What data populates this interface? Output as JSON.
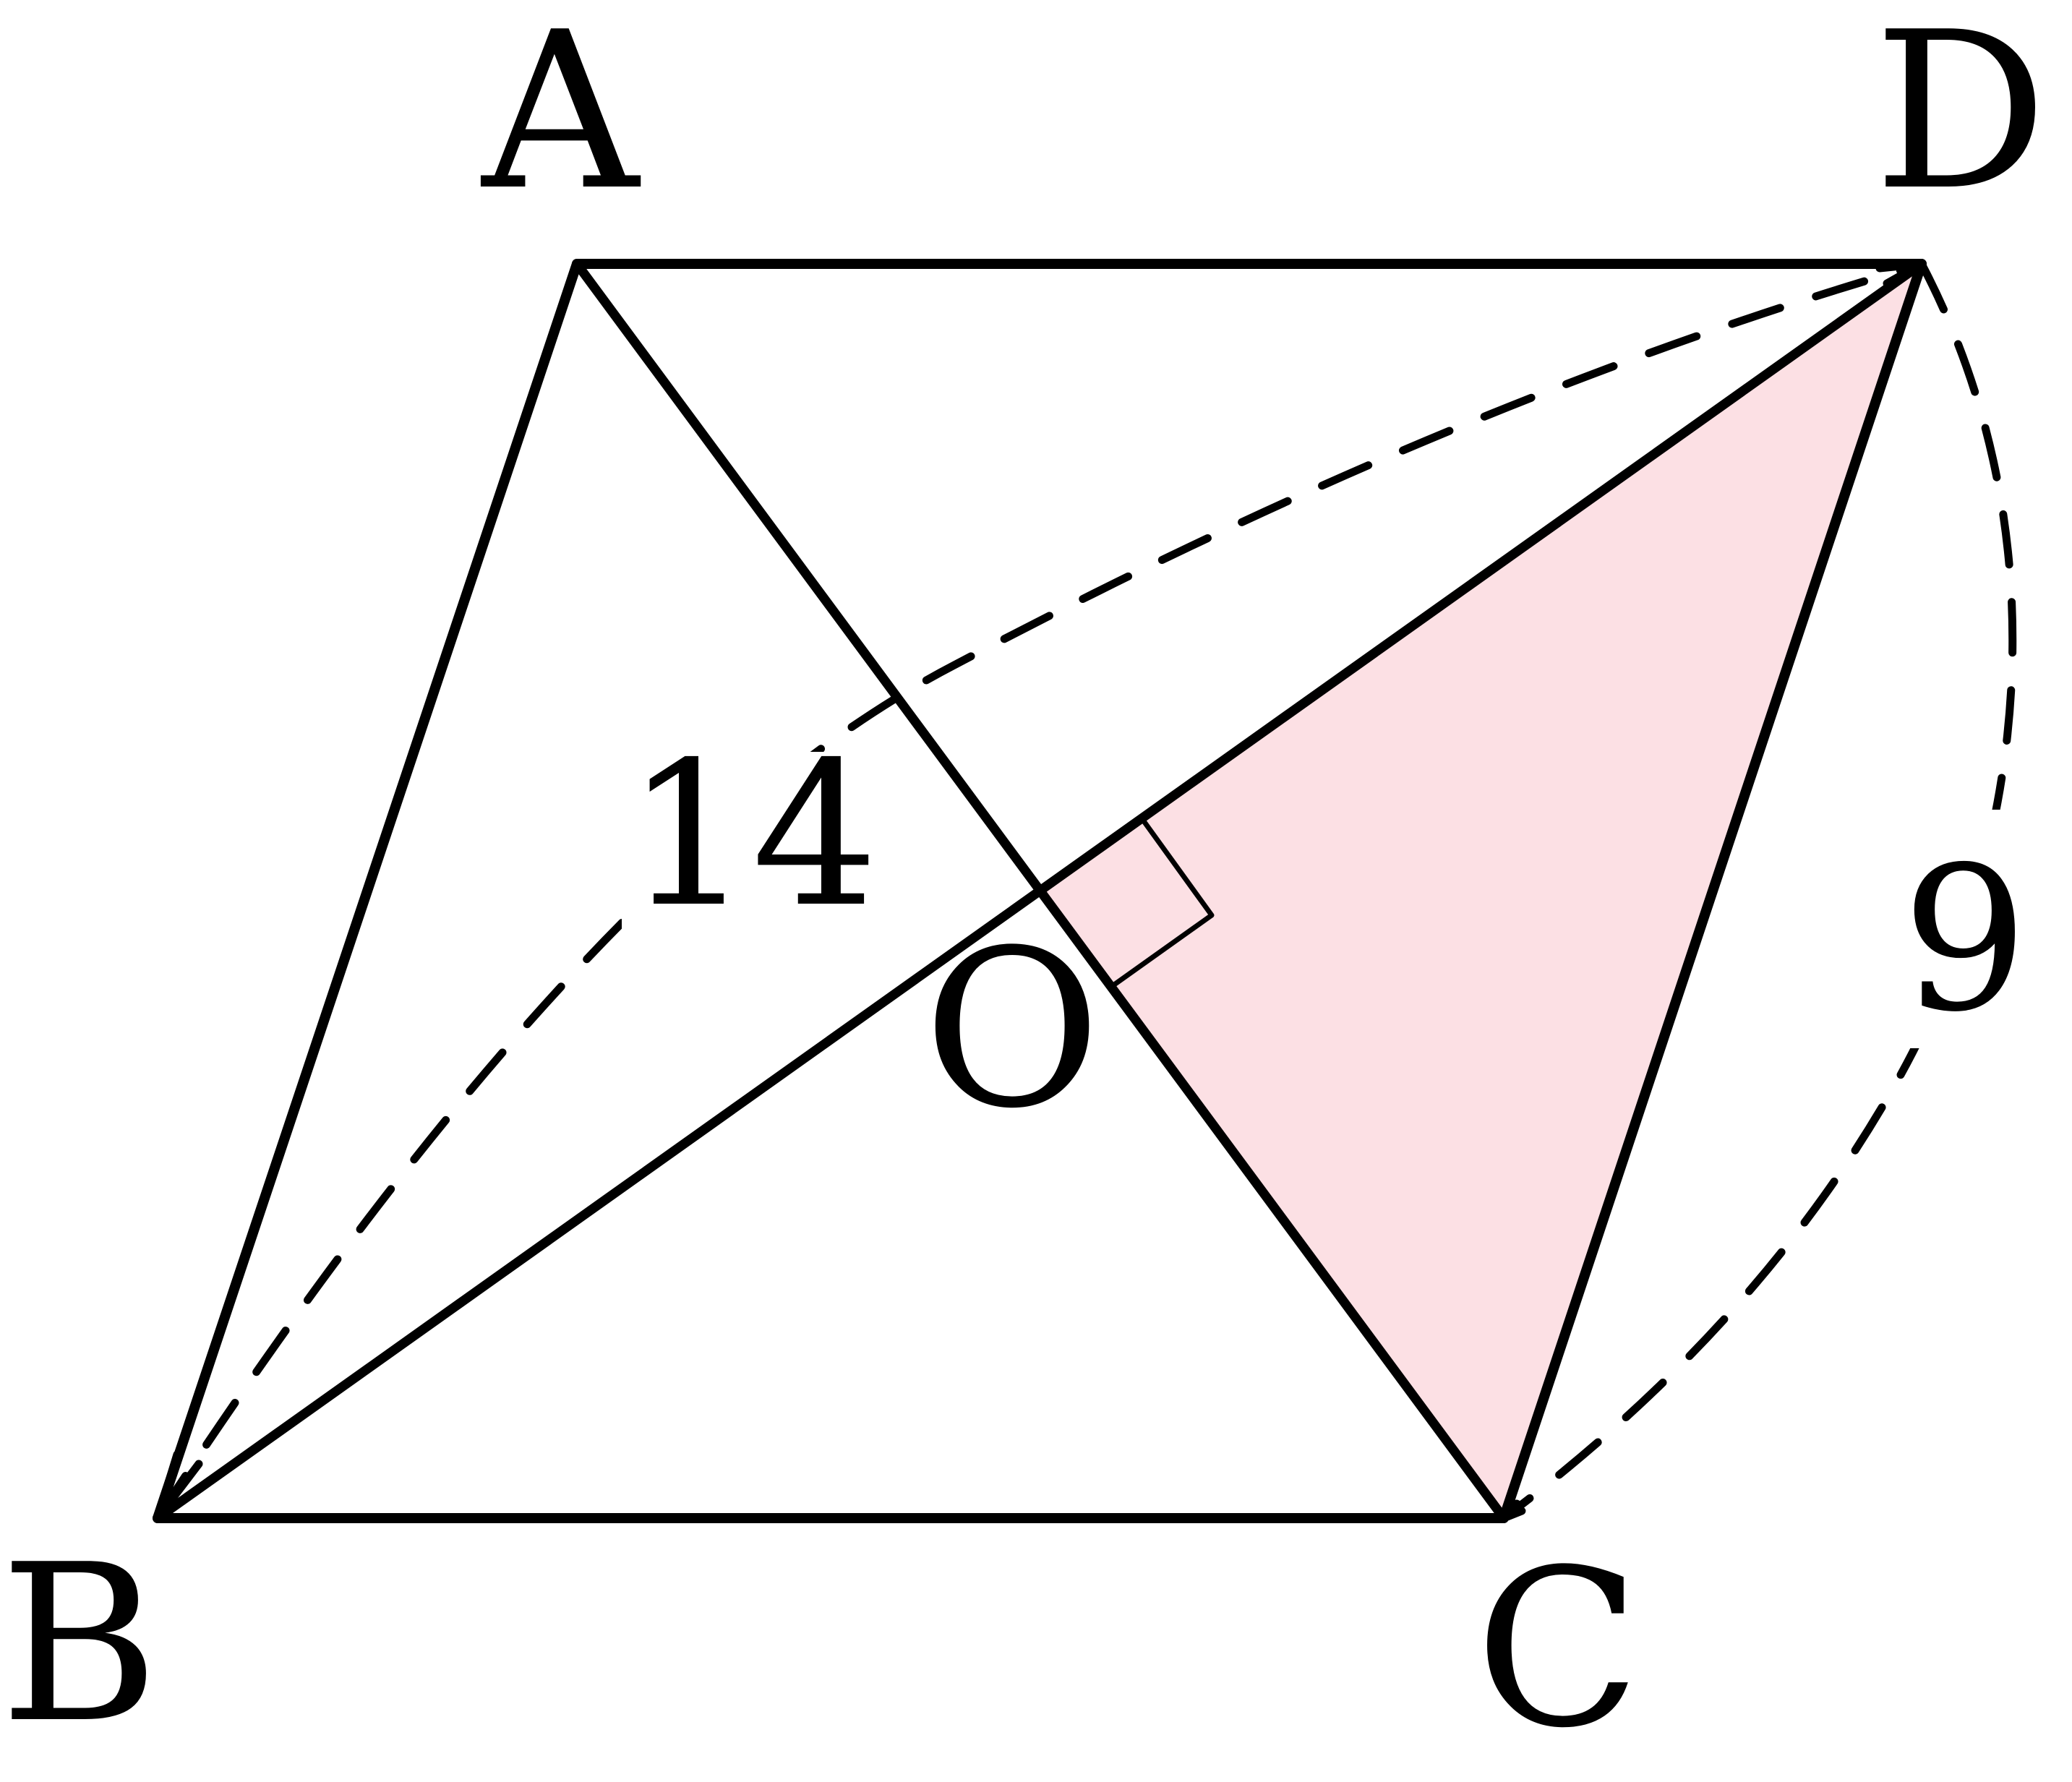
{
  "diagram": {
    "vertices": {
      "A": "A",
      "B": "B",
      "C": "C",
      "D": "D",
      "O": "O"
    },
    "measurements": {
      "bd_length": "14",
      "cd_arc_length": "9"
    },
    "colors": {
      "stroke": "#000000",
      "shaded_region": "#fce0e4",
      "background": "#ffffff"
    }
  }
}
